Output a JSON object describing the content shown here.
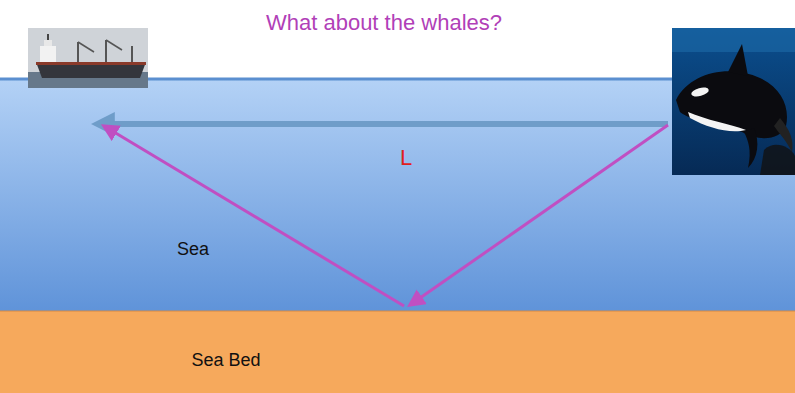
{
  "diagram": {
    "title": "What about the whales?",
    "labels": [
      "L",
      "Sea",
      "Sea Bed"
    ]
  }
}
